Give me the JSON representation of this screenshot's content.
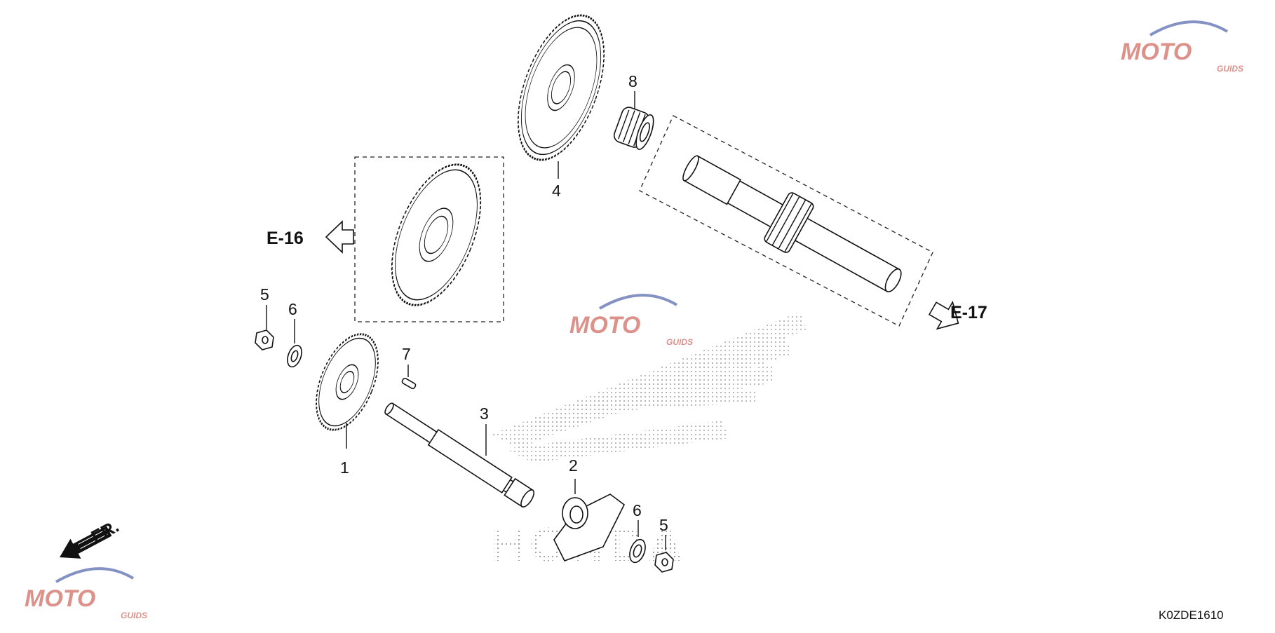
{
  "diagram": {
    "callouts": {
      "c1": "1",
      "c2": "2",
      "c3": "3",
      "c4": "4",
      "c5a": "5",
      "c5b": "5",
      "c6a": "6",
      "c6b": "6",
      "c7": "7",
      "c8": "8"
    },
    "references": {
      "left": "E-16",
      "right": "E-17"
    },
    "direction_label": "FR.",
    "diagram_code": "K0ZDE1610"
  },
  "watermark": {
    "brand": "MOTO",
    "sub": "GUIDS",
    "color_primary": "#c0392b",
    "color_secondary": "#1f3a93"
  },
  "background_logo": {
    "text": "HONDA"
  }
}
